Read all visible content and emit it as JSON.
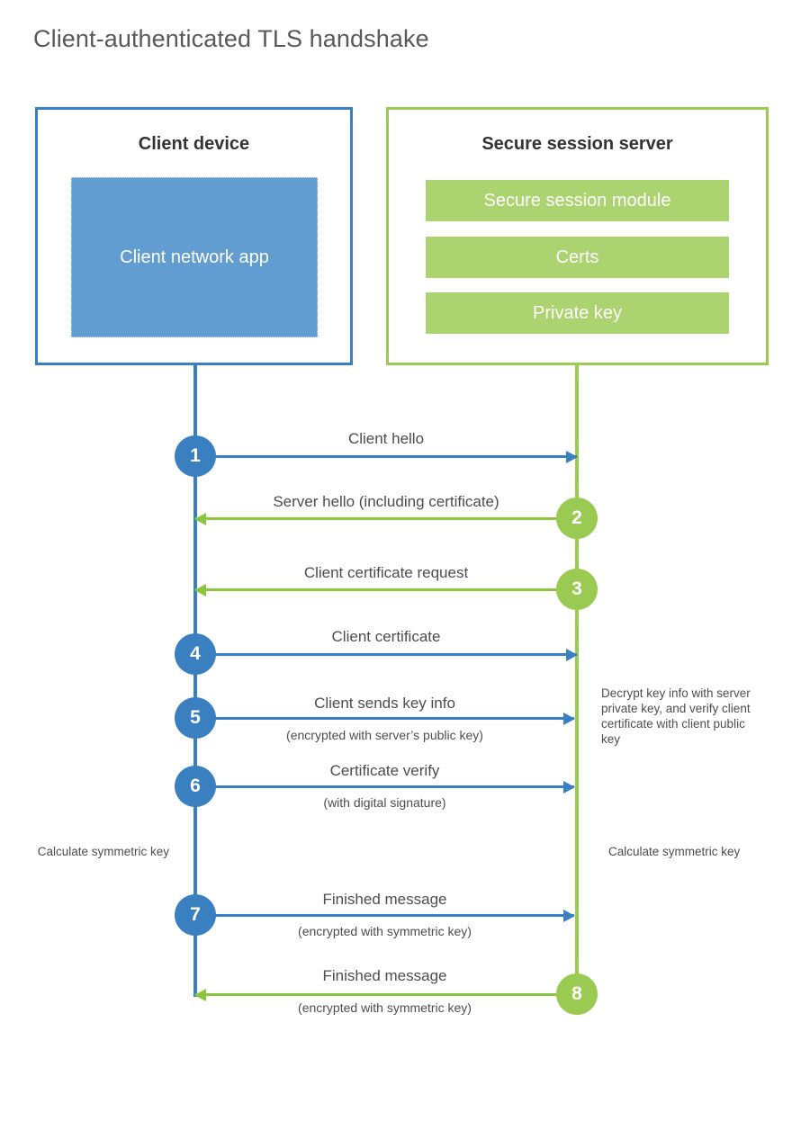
{
  "title": "Client-authenticated TLS handshake",
  "colors": {
    "client_blue": "#3a80c1",
    "client_app_fill": "#629dd1",
    "server_green": "#9bca53",
    "server_block_fill": "#abd36f",
    "arrow_green": "#8cc63f",
    "title_gray": "#58595b",
    "text_gray": "#4d4d4d",
    "background": "#ffffff"
  },
  "parties": {
    "client": {
      "title": "Client device",
      "app_label": "Client network app"
    },
    "server": {
      "title": "Secure session server",
      "blocks": [
        "Secure session module",
        "Certs",
        "Private key"
      ]
    }
  },
  "steps": [
    {
      "number": "1",
      "direction": "to-server",
      "label": "Client hello",
      "sublabel": ""
    },
    {
      "number": "2",
      "direction": "to-client",
      "label": "Server hello (including certificate)",
      "sublabel": ""
    },
    {
      "number": "3",
      "direction": "to-client",
      "label": "Client certificate request",
      "sublabel": ""
    },
    {
      "number": "4",
      "direction": "to-server",
      "label": "Client certificate",
      "sublabel": ""
    },
    {
      "number": "5",
      "direction": "to-server",
      "label": "Client sends key info",
      "sublabel": "(encrypted with server’s public key)"
    },
    {
      "number": "6",
      "direction": "to-server",
      "label": "Certificate verify",
      "sublabel": "(with digital signature)"
    },
    {
      "number": "7",
      "direction": "to-server",
      "label": "Finished message",
      "sublabel": "(encrypted with symmetric key)"
    },
    {
      "number": "8",
      "direction": "to-client",
      "label": "Finished message",
      "sublabel": "(encrypted with symmetric key)"
    }
  ],
  "notes": {
    "server_decrypt": "Decrypt key info with server private key, and verify client certificate with client public key",
    "client_calculate": "Calculate symmetric key",
    "server_calculate": "Calculate symmetric key"
  }
}
